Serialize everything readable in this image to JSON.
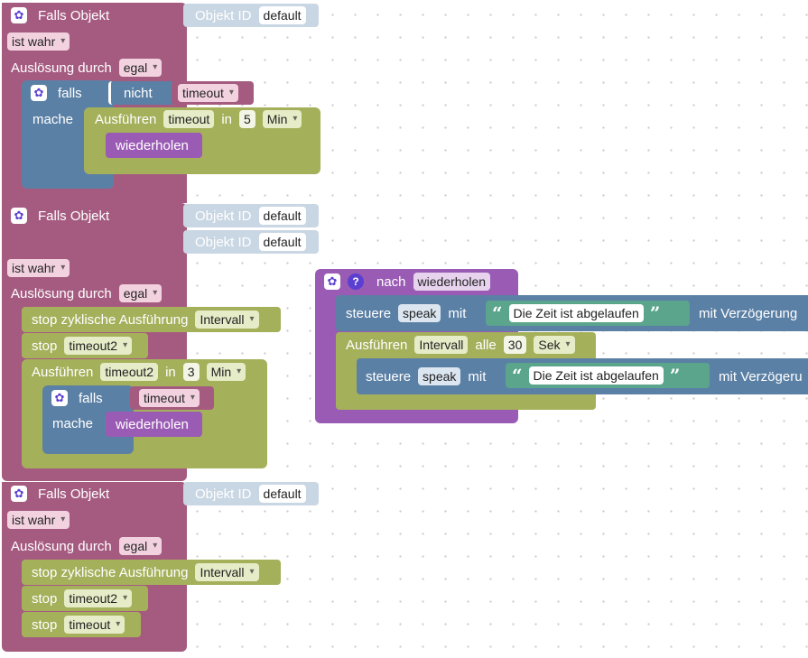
{
  "ui": {
    "gear_glyph": "✿",
    "help_glyph": "?",
    "open_quote": "“",
    "close_quote": "”"
  },
  "colors": {
    "event": "#a55b80",
    "logic": "#5b80a5",
    "timer": "#a5b05b",
    "procedure": "#9a5bb4",
    "text": "#5ba58c",
    "object_id": "#c9d6e3",
    "workspace": "#ffffff"
  },
  "trigger1": {
    "title": "Falls Objekt",
    "objid_label": "Objekt ID",
    "objid_value": "default",
    "condition": "ist wahr",
    "trigger_label": "Auslösung durch",
    "trigger_value": "egal",
    "if_label": "falls",
    "do_label": "mache",
    "not_label": "nicht",
    "var": "timeout",
    "exec_label": "Ausführen",
    "exec_var": "timeout",
    "in_label": "in",
    "delay": "5",
    "unit": "Min",
    "call": "wiederholen"
  },
  "trigger2": {
    "title": "Falls Objekt",
    "objid_label": "Objekt ID",
    "objid_value1": "default",
    "objid_value2": "default",
    "condition": "ist wahr",
    "trigger_label": "Auslösung durch",
    "trigger_value": "egal",
    "stop_cyclic_label": "stop zyklische Ausführung",
    "stop_cyclic_value": "Intervall",
    "stop_label": "stop",
    "stop_value": "timeout2",
    "exec_label": "Ausführen",
    "exec_var": "timeout2",
    "in_label": "in",
    "delay": "3",
    "unit": "Min",
    "if_label": "falls",
    "do_label": "mache",
    "var": "timeout",
    "call": "wiederholen"
  },
  "trigger3": {
    "title": "Falls Objekt",
    "objid_label": "Objekt ID",
    "objid_value": "default",
    "condition": "ist wahr",
    "trigger_label": "Auslösung durch",
    "trigger_value": "egal",
    "stop_cyclic_label": "stop zyklische Ausführung",
    "stop_cyclic_value": "Intervall",
    "stop1_label": "stop",
    "stop1_value": "timeout2",
    "stop2_label": "stop",
    "stop2_value": "timeout"
  },
  "procedure": {
    "header_label": "nach",
    "name": "wiederholen",
    "control_label": "steuere",
    "control_target": "speak",
    "with_label": "mit",
    "text": "Die Zeit ist abgelaufen",
    "delay_label": "mit Verzögerung",
    "delay_label_cut": "mit Verzögeru",
    "exec_label": "Ausführen",
    "exec_var": "Intervall",
    "every_label": "alle",
    "interval": "30",
    "unit": "Sek"
  }
}
